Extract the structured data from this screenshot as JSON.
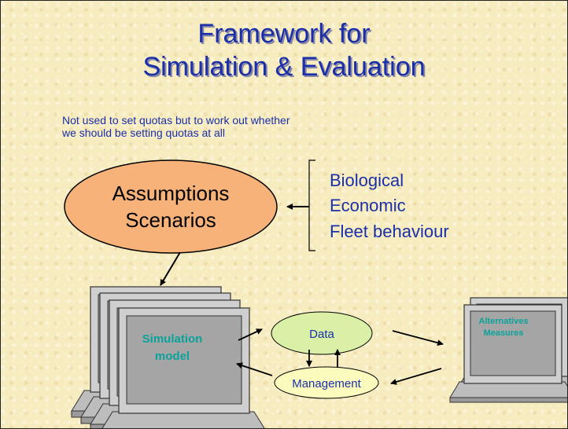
{
  "title": {
    "line1": "Framework for",
    "line2": "Simulation & Evaluation"
  },
  "subtitle": {
    "line1": "Not used to set quotas but to work out whether",
    "line2": "we should be setting quotas at all"
  },
  "assumptions": {
    "line1": "Assumptions",
    "line2": "Scenarios"
  },
  "bracket_items": [
    "Biological",
    "Economic",
    "Fleet behaviour"
  ],
  "simulation_screen": {
    "line1": "Simulation",
    "line2": "model"
  },
  "data_label": "Data",
  "management_label": "Management",
  "alternatives_screen": {
    "line1": "Alternatives",
    "line2": "Measures"
  },
  "colors": {
    "title": "#1b2fa8",
    "assumptions_fill": "#f7b27a",
    "data_fill": "#d9f0a6",
    "management_fill": "#fbfbbd",
    "screen_text": "#0aa39b",
    "laptop_body": "#c9c9c9"
  }
}
